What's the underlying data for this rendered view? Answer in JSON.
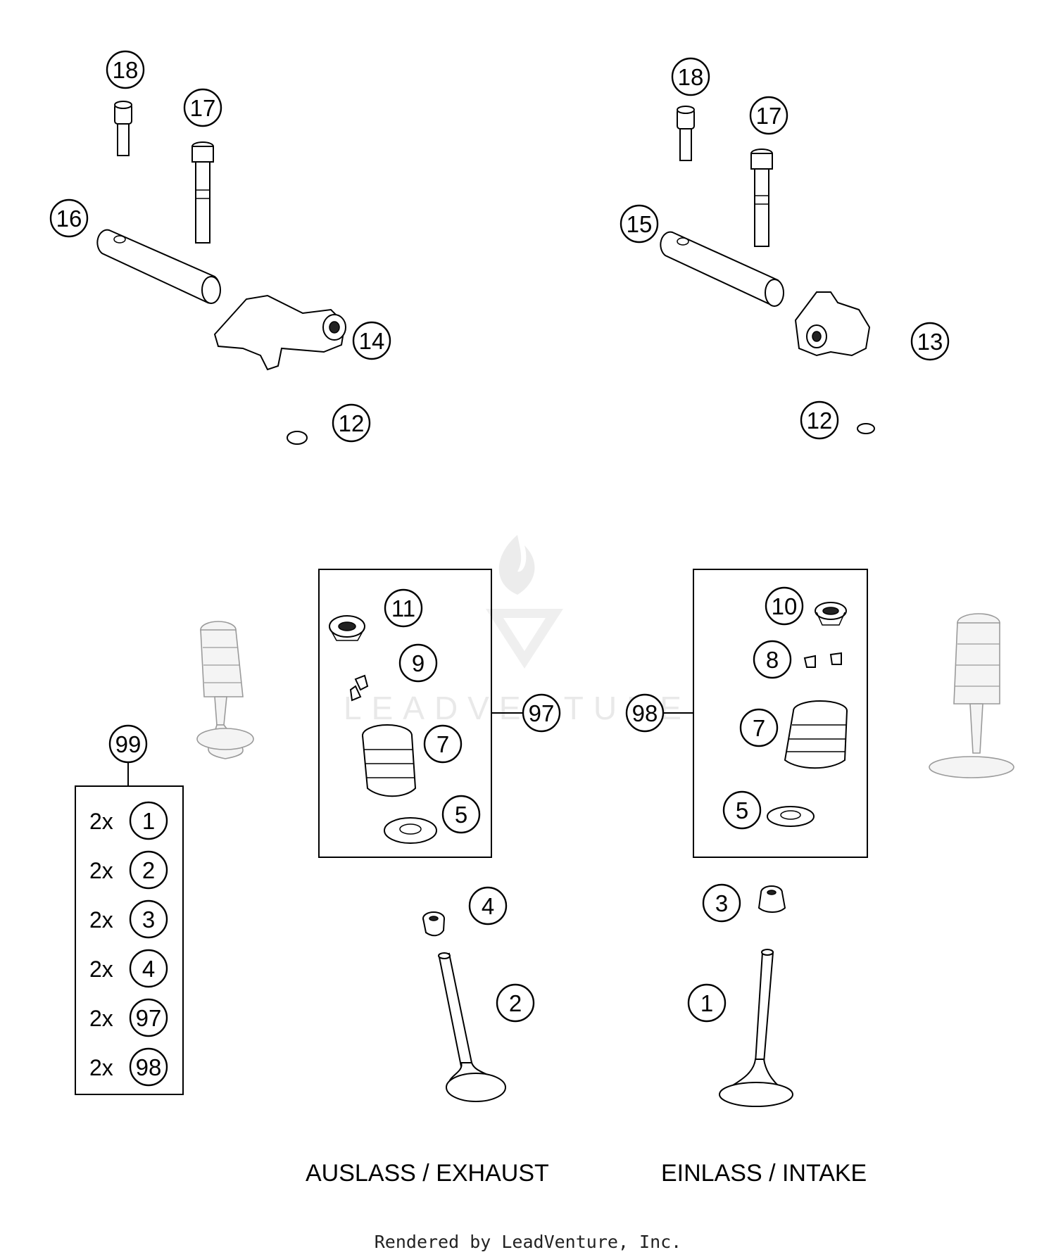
{
  "callouts": {
    "c18a": "18",
    "c17a": "17",
    "c16": "16",
    "c14": "14",
    "c12a": "12",
    "c18b": "18",
    "c17b": "17",
    "c15": "15",
    "c13": "13",
    "c12b": "12",
    "c11": "11",
    "c9": "9",
    "c97": "97",
    "c7a": "7",
    "c5a": "5",
    "c10": "10",
    "c8": "8",
    "c98": "98",
    "c7b": "7",
    "c5b": "5",
    "c4": "4",
    "c2": "2",
    "c3": "3",
    "c1": "1",
    "c99": "99"
  },
  "kit_99": {
    "rows": [
      {
        "qty": "2x",
        "ref": "1"
      },
      {
        "qty": "2x",
        "ref": "2"
      },
      {
        "qty": "2x",
        "ref": "3"
      },
      {
        "qty": "2x",
        "ref": "4"
      },
      {
        "qty": "2x",
        "ref": "97"
      },
      {
        "qty": "2x",
        "ref": "98"
      }
    ]
  },
  "labels": {
    "exhaust": "AUSLASS / EXHAUST",
    "intake": "EINLASS / INTAKE"
  },
  "watermark": "LEADVENTURE",
  "footer": "Rendered by LeadVenture, Inc."
}
